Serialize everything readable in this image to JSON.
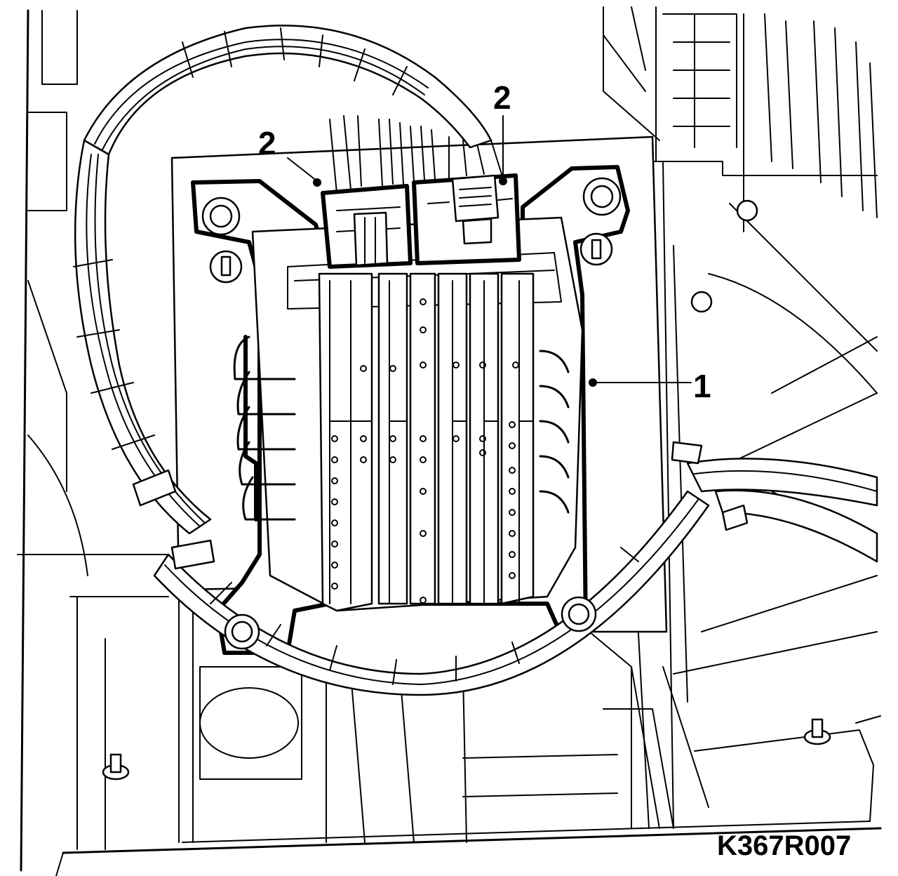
{
  "figure": {
    "code": "K367R007"
  },
  "callouts": [
    {
      "id": "c1",
      "label": "1"
    },
    {
      "id": "c2a",
      "label": "2"
    },
    {
      "id": "c2b",
      "label": "2"
    }
  ],
  "colors": {
    "line": "#000000",
    "background": "#ffffff"
  }
}
